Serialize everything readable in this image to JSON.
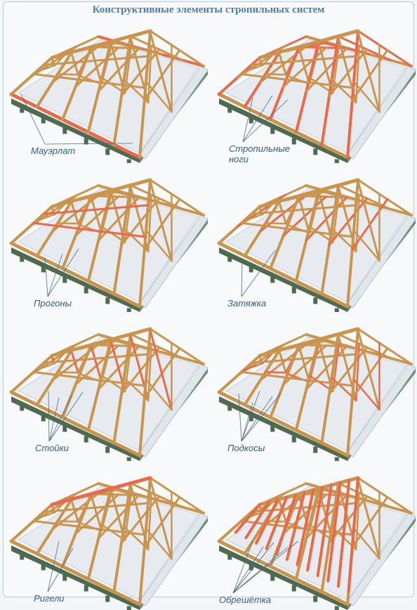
{
  "title": "Конструктивные элементы стропильных систем",
  "panels": [
    {
      "label": "Мауэрлат",
      "highlight": "mauerlat"
    },
    {
      "label": "Стропильные\nноги",
      "highlight": "rafters"
    },
    {
      "label": "Прогоны",
      "highlight": "purlins"
    },
    {
      "label": "Затяжка",
      "highlight": "ties"
    },
    {
      "label": "Стойки",
      "highlight": "posts"
    },
    {
      "label": "Подкосы",
      "highlight": "struts"
    },
    {
      "label": "Ригели",
      "highlight": "ridge"
    },
    {
      "label": "Обрешётка",
      "highlight": "battens"
    }
  ],
  "colors": {
    "wood": "#c9954e",
    "wood_dark": "#8a5d2a",
    "highlight": "#e9694a",
    "wall": "#4f6a4f",
    "slab": "#e7ebef"
  }
}
